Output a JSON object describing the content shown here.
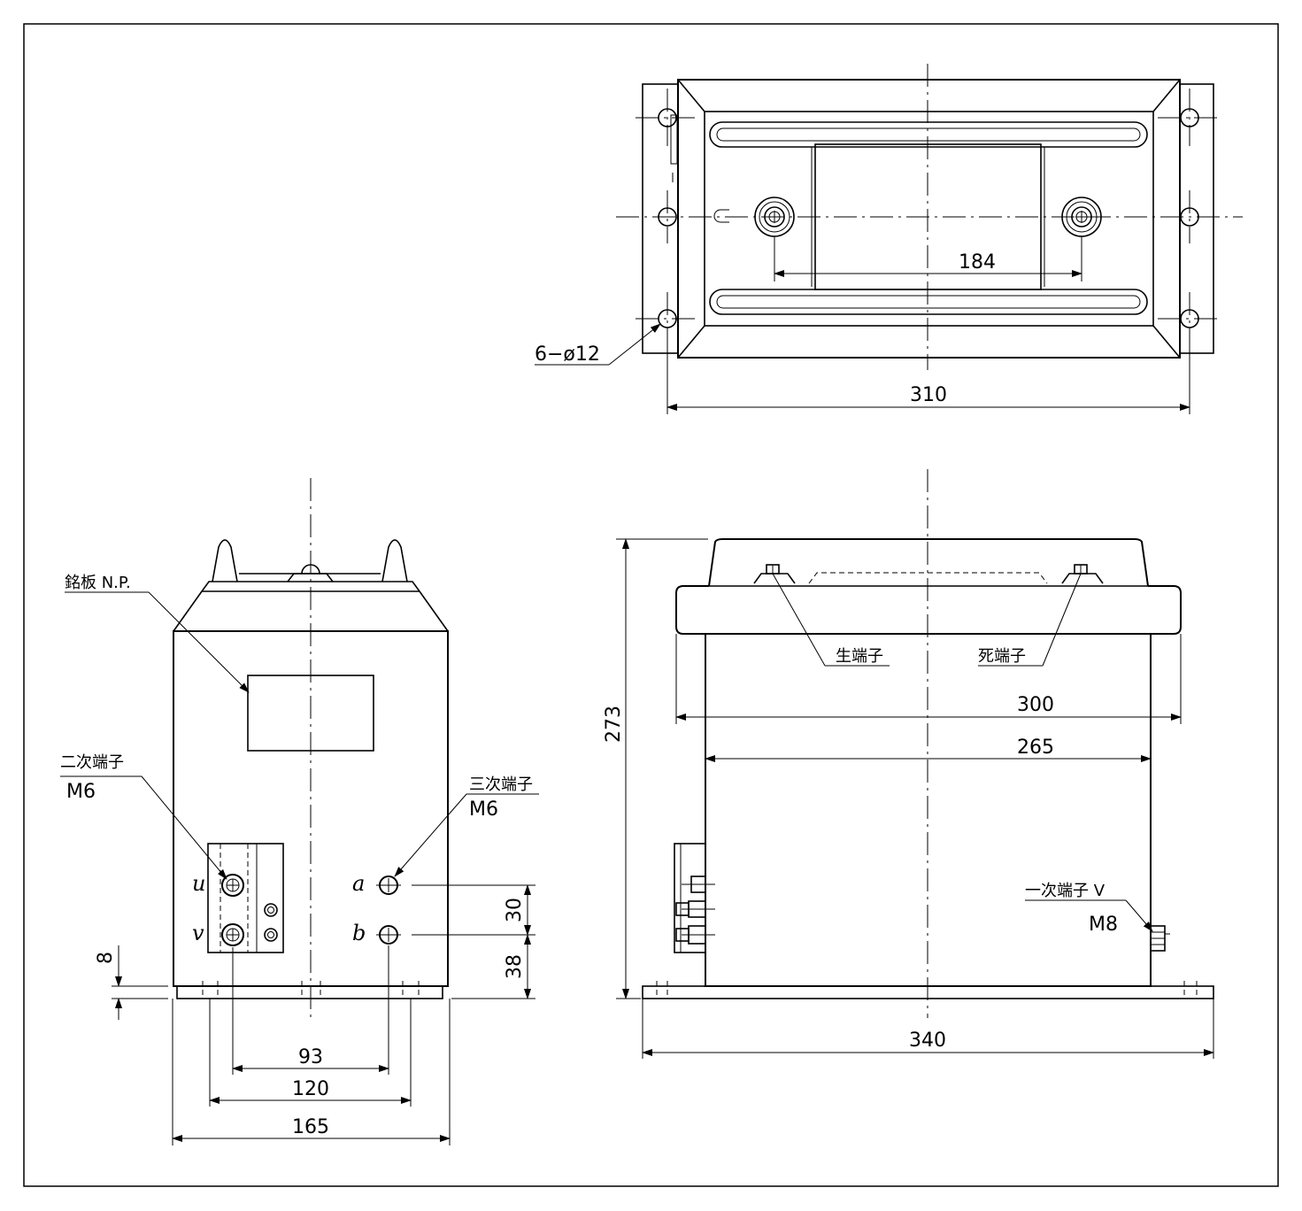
{
  "top_view": {
    "dim_holes": "6−ø12",
    "dim_terminal_pitch": "184",
    "dim_width": "310"
  },
  "front_view": {
    "nameplate_label": "銘板  N.P.",
    "secondary_terminal_label": "二次端子",
    "secondary_terminal_size": "M6",
    "tertiary_terminal_label": "三次端子",
    "tertiary_terminal_size": "M6",
    "terminal_u": "u",
    "terminal_v": "v",
    "terminal_a": "a",
    "terminal_b": "b",
    "dim_30": "30",
    "dim_38": "38",
    "dim_8": "8",
    "dim_93": "93",
    "dim_120": "120",
    "dim_165": "165"
  },
  "side_view": {
    "live_terminal_label": "生端子",
    "dead_terminal_label": "死端子",
    "primary_terminal_label": "一次端子 V",
    "primary_terminal_size": "M8",
    "dim_273": "273",
    "dim_300": "300",
    "dim_265": "265",
    "dim_340": "340"
  }
}
